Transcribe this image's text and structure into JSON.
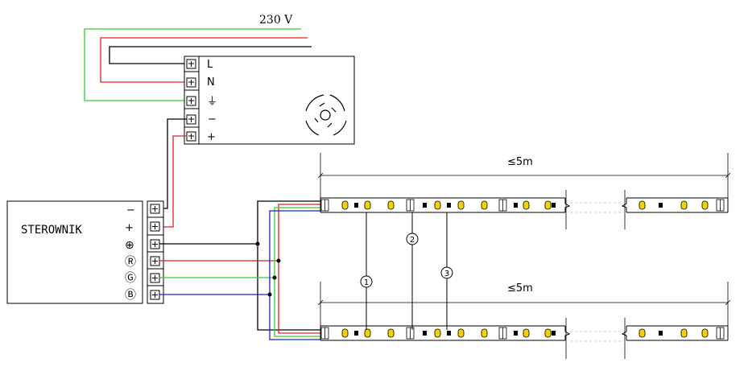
{
  "supply_label": "230 V",
  "psu": {
    "terminals": [
      "L",
      "N",
      "⏚",
      "−",
      "+"
    ]
  },
  "controller": {
    "title": "STEROWNIK",
    "terminals": [
      "−",
      "+",
      "⊕",
      "Ⓡ",
      "Ⓖ",
      "Ⓑ"
    ]
  },
  "strips": {
    "length_label_top": "≤5m",
    "length_label_bottom": "≤5m"
  },
  "callouts": [
    "1",
    "2",
    "3"
  ],
  "colors": {
    "red": "#e02020",
    "green": "#2fd02f",
    "blue": "#2020c8",
    "black": "#000000",
    "led": "#f2d200"
  }
}
